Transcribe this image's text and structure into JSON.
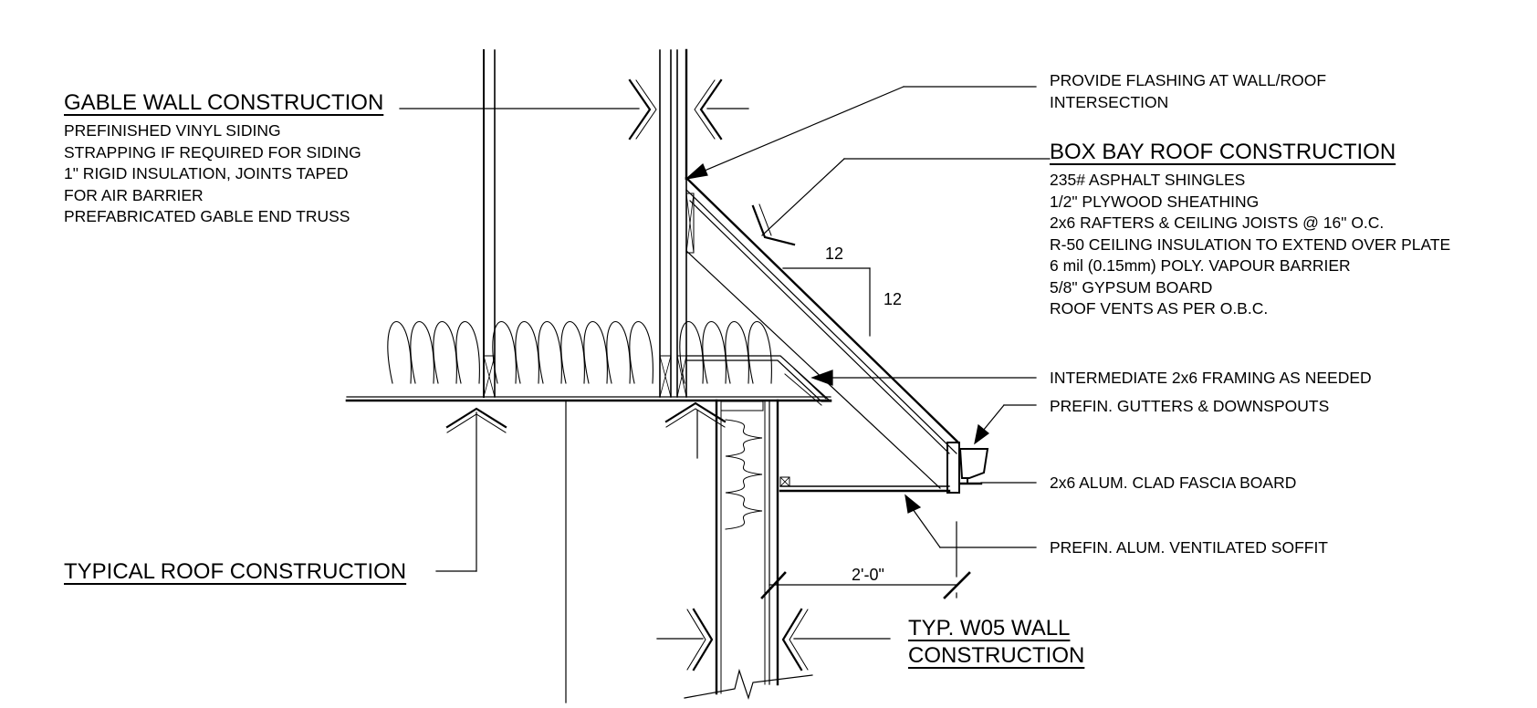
{
  "gable_wall": {
    "title": "GABLE WALL CONSTRUCTION",
    "lines": [
      "PREFINISHED VINYL SIDING",
      "STRAPPING IF REQUIRED FOR SIDING",
      "1\" RIGID INSULATION, JOINTS TAPED",
      "FOR AIR BARRIER",
      "PREFABRICATED GABLE END TRUSS"
    ]
  },
  "flashing_note": {
    "lines": [
      "PROVIDE FLASHING AT WALL/ROOF",
      "INTERSECTION"
    ]
  },
  "box_bay_roof": {
    "title": "BOX BAY ROOF CONSTRUCTION",
    "lines": [
      "235# ASPHALT SHINGLES",
      "1/2\" PLYWOOD SHEATHING",
      "2x6 RAFTERS & CEILING JOISTS @ 16\" O.C.",
      "R-50 CEILING INSULATION TO EXTEND OVER PLATE",
      "6 mil (0.15mm) POLY. VAPOUR BARRIER",
      "5/8\" GYPSUM BOARD",
      "ROOF VENTS AS PER O.B.C."
    ]
  },
  "callouts": {
    "framing": "INTERMEDIATE 2x6 FRAMING AS NEEDED",
    "gutters": "PREFIN. GUTTERS & DOWNSPOUTS",
    "fascia": "2x6 ALUM. CLAD FASCIA BOARD",
    "soffit": "PREFIN. ALUM. VENTILATED SOFFIT"
  },
  "typical_roof": {
    "title": "TYPICAL ROOF CONSTRUCTION"
  },
  "wall_w05": {
    "title_line1": "TYP. W05 WALL",
    "title_line2": "CONSTRUCTION"
  },
  "slope": {
    "run": "12",
    "rise": "12"
  },
  "dimension": {
    "overhang": "2'-0\""
  }
}
